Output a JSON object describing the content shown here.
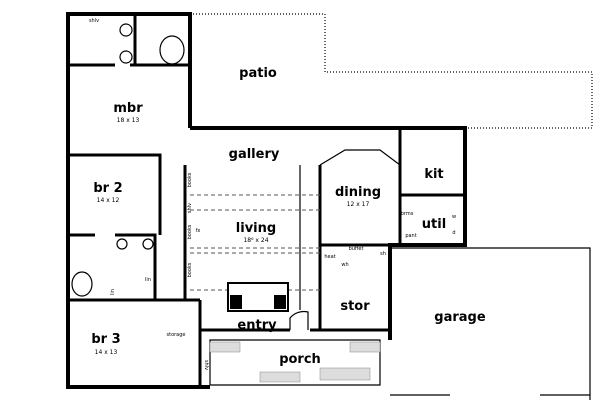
{
  "rooms": {
    "patio": {
      "label": "patio"
    },
    "mbr": {
      "label": "mbr",
      "size": "18 x 13"
    },
    "gallery": {
      "label": "gallery"
    },
    "br2": {
      "label": "br 2",
      "size": "14 x 12"
    },
    "living": {
      "label": "living",
      "size": "18⁶ x 24"
    },
    "dining": {
      "label": "dining",
      "size": "12 x 17"
    },
    "kit": {
      "label": "kit"
    },
    "util": {
      "label": "util"
    },
    "stor": {
      "label": "stor"
    },
    "garage": {
      "label": "garage"
    },
    "entry": {
      "label": "entry"
    },
    "br3": {
      "label": "br 3",
      "size": "14 x 13"
    },
    "porch": {
      "label": "porch"
    }
  },
  "fixtures": {
    "shlv_mbr": "shlv",
    "books_1": "books",
    "shlv_living": "shlv",
    "books_2": "books",
    "fx": "fx",
    "books_3": "books",
    "lin_1": "lin",
    "lin_2": "lin",
    "storage": "storage",
    "shlv_br3": "shlv",
    "heat": "heat",
    "wh": "wh",
    "buffet": "buffet",
    "sh": "sh",
    "brms": "brms",
    "pant": "pant",
    "w": "w",
    "d": "d"
  }
}
